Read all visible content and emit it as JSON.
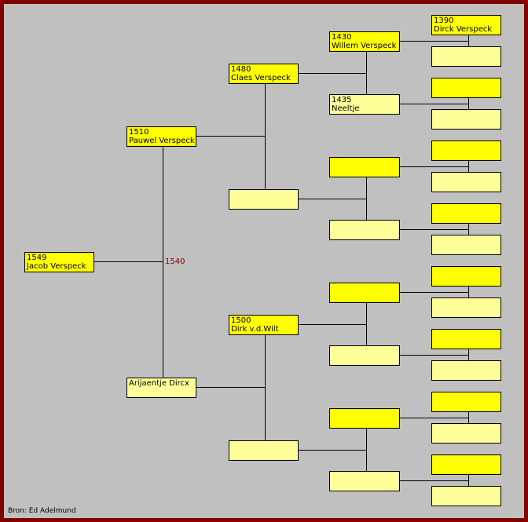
{
  "tree": {
    "persons": {
      "g1": {
        "year": "1549",
        "name": "Jacob Verspeck"
      },
      "g2a": {
        "year": "1510",
        "name": "Pauwel Verspeck"
      },
      "g2b": {
        "year": "",
        "name": "Arijaentje Dircx"
      },
      "g3a": {
        "year": "1480",
        "name": "Claes Verspeck"
      },
      "g3b": {
        "year": "",
        "name": ""
      },
      "g3c": {
        "year": "1500",
        "name": "Dirk v.d.Wilt"
      },
      "g3d": {
        "year": "",
        "name": ""
      },
      "g4a": {
        "year": "1430",
        "name": "Willem Verspeck"
      },
      "g4b": {
        "year": "1435",
        "name": "Neeltje"
      },
      "g4c": {
        "year": "",
        "name": ""
      },
      "g4d": {
        "year": "",
        "name": ""
      },
      "g4e": {
        "year": "",
        "name": ""
      },
      "g4f": {
        "year": "",
        "name": ""
      },
      "g4g": {
        "year": "",
        "name": ""
      },
      "g4h": {
        "year": "",
        "name": ""
      },
      "g5a": {
        "year": "1390",
        "name": "Dirck Verspeck"
      },
      "g5b": {
        "year": "",
        "name": ""
      },
      "g5c": {
        "year": "",
        "name": ""
      },
      "g5d": {
        "year": "",
        "name": ""
      },
      "g5e": {
        "year": "",
        "name": ""
      },
      "g5f": {
        "year": "",
        "name": ""
      },
      "g5g": {
        "year": "",
        "name": ""
      },
      "g5h": {
        "year": "",
        "name": ""
      },
      "g5i": {
        "year": "",
        "name": ""
      },
      "g5j": {
        "year": "",
        "name": ""
      },
      "g5k": {
        "year": "",
        "name": ""
      },
      "g5l": {
        "year": "",
        "name": ""
      },
      "g5m": {
        "year": "",
        "name": ""
      },
      "g5n": {
        "year": "",
        "name": ""
      },
      "g5o": {
        "year": "",
        "name": ""
      },
      "g5p": {
        "year": "",
        "name": ""
      }
    },
    "marriage_year": "1540",
    "source": "Bron: Ed Adelmund",
    "colors": {
      "frame": "#800000",
      "background": "#c0c0c0",
      "male_box": "#ffff00",
      "female_box": "#ffff99",
      "marriage_text": "#800000",
      "line": "#000000"
    }
  }
}
